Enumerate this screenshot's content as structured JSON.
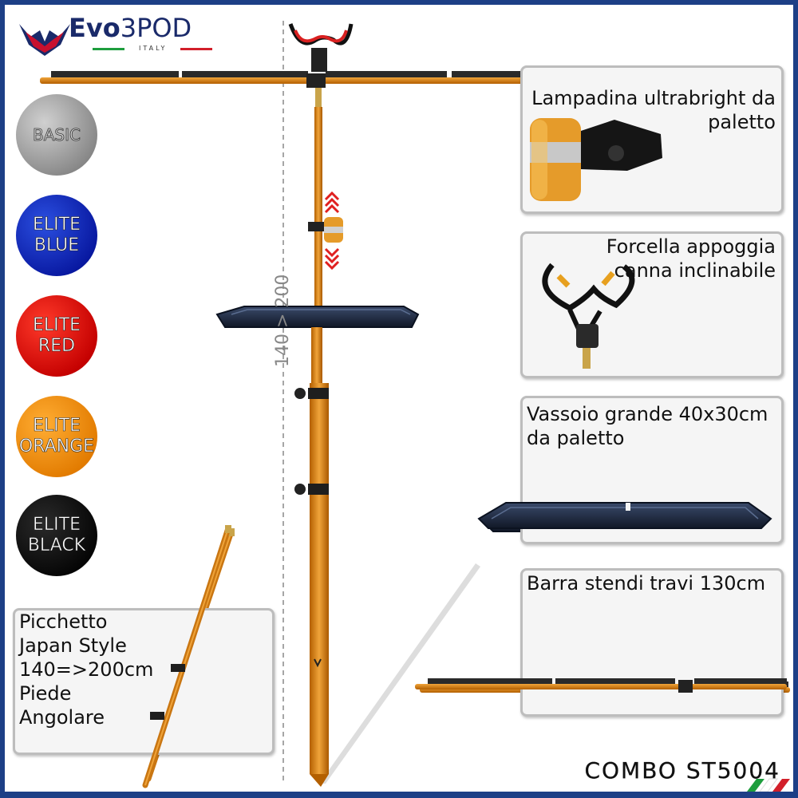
{
  "brand": {
    "name_prefix": "Evo",
    "name_suffix": "3POD",
    "country": "ITALY"
  },
  "variants": [
    "BASIC",
    "ELITE BLUE",
    "ELITE RED",
    "ELITE ORANGE",
    "ELITE BLACK"
  ],
  "features": {
    "lamp": "Lampadina ultrabright da paletto",
    "fork": "Forcella appoggia canna inclinabile",
    "tray": "Vassoio grande 40x30cm da paletto",
    "bar": "Barra stendi travi 130cm",
    "stake": "Picchetto Japan Style 140=>200cm Piede Angolare"
  },
  "dimension_label": "140 > 200",
  "product_code": "COMBO ST5004",
  "colors": {
    "frame": "#1d3f86",
    "orange": "#e08a1e",
    "box_border": "#bdbdbd"
  }
}
